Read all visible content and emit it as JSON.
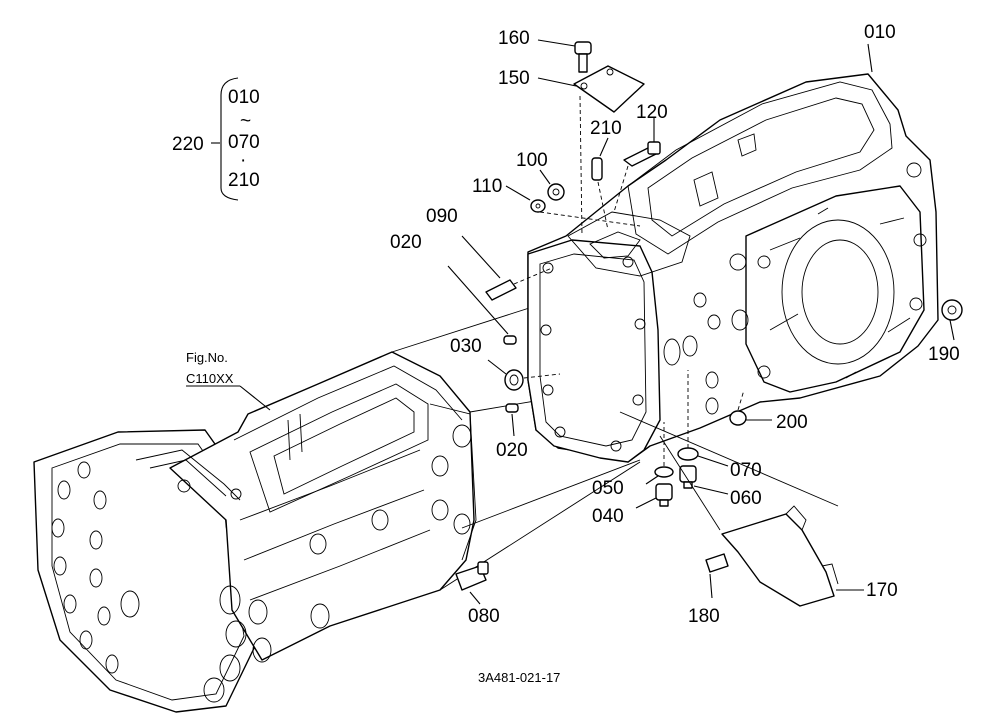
{
  "diagram": {
    "drawing_number": "3A481-021-17",
    "figure_reference": {
      "prefix": "Fig.No.",
      "code": "C110XX"
    },
    "assembly_group": {
      "label": "220",
      "members": [
        "010",
        "070",
        "210"
      ],
      "range_symbol": "~",
      "separator_symbol": "·"
    },
    "callouts": {
      "p010": "010",
      "p020a": "020",
      "p020b": "020",
      "p030": "030",
      "p040": "040",
      "p050": "050",
      "p060": "060",
      "p070": "070",
      "p080": "080",
      "p090": "090",
      "p100": "100",
      "p110": "110",
      "p120": "120",
      "p150": "150",
      "p160": "160",
      "p170": "170",
      "p180": "180",
      "p190": "190",
      "p200": "200",
      "p210": "210"
    }
  }
}
